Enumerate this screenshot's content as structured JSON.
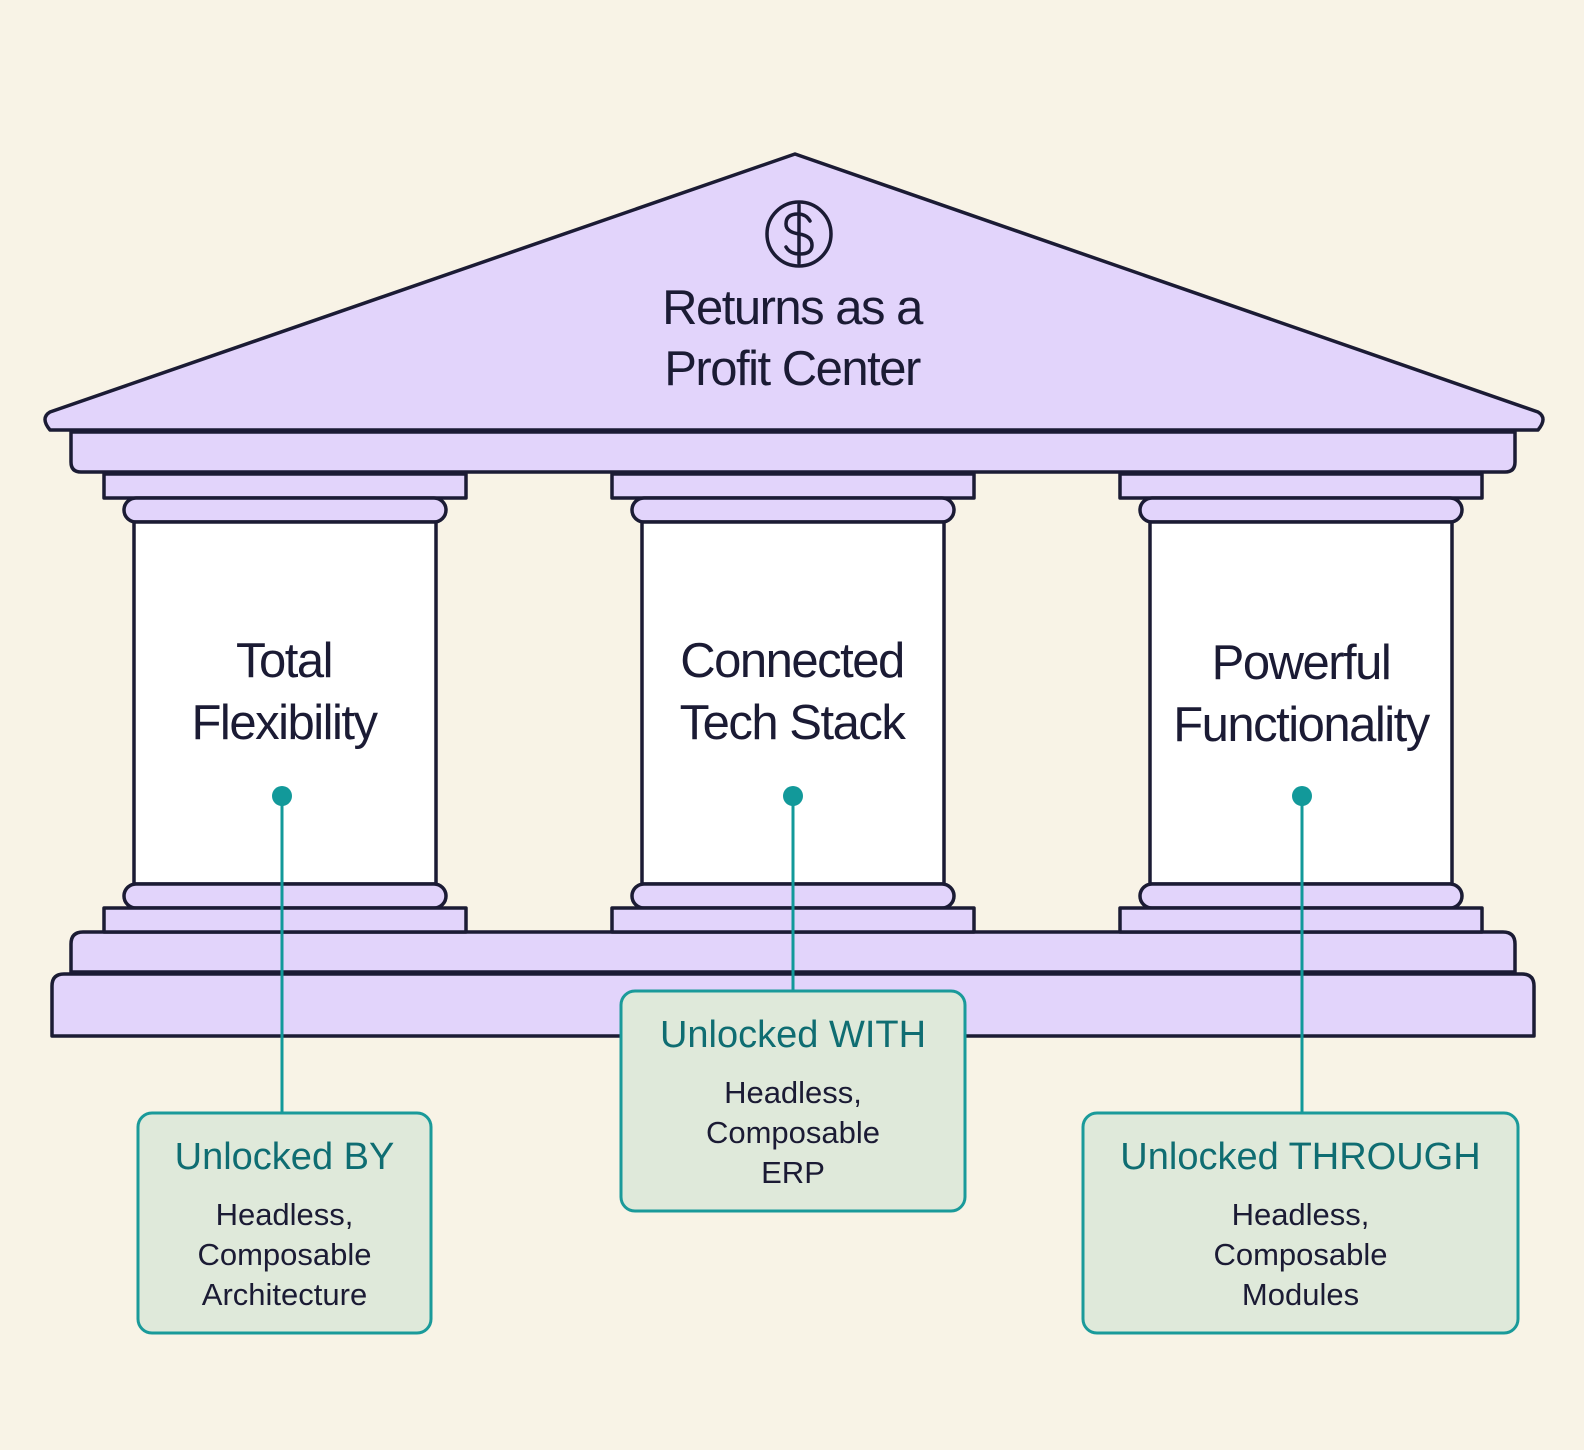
{
  "roof": {
    "icon": "dollar-circle-icon",
    "title_lines": [
      "Returns as a",
      "Profit Center"
    ]
  },
  "pillars": [
    {
      "title_lines": [
        "Total",
        "Flexibility"
      ],
      "box": {
        "heading": "Unlocked BY",
        "body_lines": [
          "Headless,",
          "Composable",
          "Architecture"
        ]
      }
    },
    {
      "title_lines": [
        "Connected",
        "Tech Stack"
      ],
      "box": {
        "heading": "Unlocked WITH",
        "body_lines": [
          "Headless,",
          "Composable",
          "ERP"
        ]
      }
    },
    {
      "title_lines": [
        "Powerful",
        "Functionality"
      ],
      "box": {
        "heading": "Unlocked THROUGH",
        "body_lines": [
          "Headless,",
          "Composable",
          "Modules"
        ]
      }
    }
  ],
  "colors": {
    "background": "#f8f3e6",
    "building_fill": "#e2d4fb",
    "pillar_fill": "#ffffff",
    "outline": "#1b1b34",
    "connector": "#12999a",
    "box_fill": "#dfe9da",
    "box_border": "#1a9a9a",
    "box_heading": "#0f6d72"
  }
}
